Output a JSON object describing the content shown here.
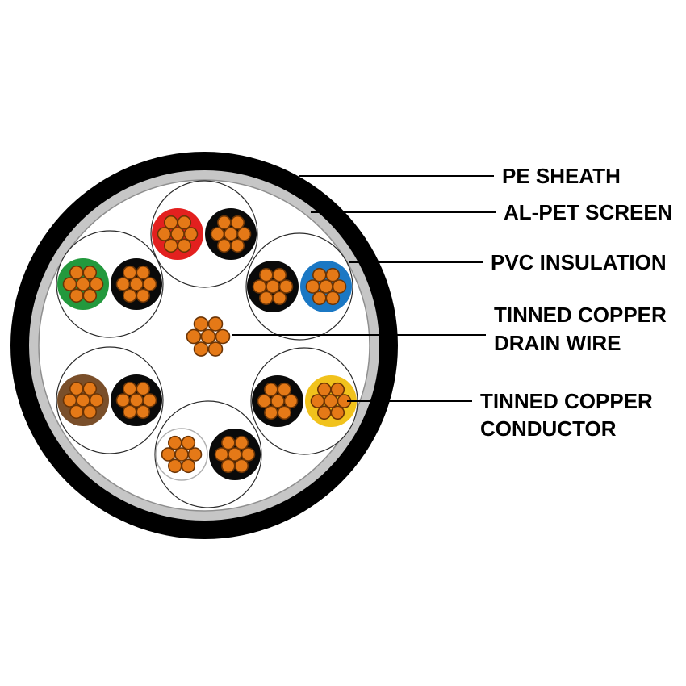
{
  "diagram": {
    "background": "#ffffff",
    "cable": {
      "sheath": {
        "label": "PE SHEATH",
        "color": "#000000"
      },
      "screen": {
        "label": "AL-PET SCREEN",
        "color": "#c6c6c6"
      },
      "interior": {
        "color": "#ffffff",
        "outline_color": "#8f8f8f"
      }
    },
    "copper": {
      "fill": "#e57917",
      "stroke": "#6b3405"
    },
    "pair_count": 6,
    "strands_per_conductor": 7,
    "pair_outline_color": "#2b2b2b",
    "leader_line_color": "#000000",
    "pairs": [
      {
        "name": "red-black-pair",
        "left": {
          "color": "red",
          "hex": "#e3201f"
        },
        "right": {
          "color": "black",
          "hex": "#0a0a0a"
        }
      },
      {
        "name": "green-black-pair",
        "left": {
          "color": "green",
          "hex": "#23993d"
        },
        "right": {
          "color": "black",
          "hex": "#0a0a0a"
        }
      },
      {
        "name": "black-blue-pair",
        "left": {
          "color": "black",
          "hex": "#0a0a0a"
        },
        "right": {
          "color": "blue",
          "hex": "#1b78c4"
        }
      },
      {
        "name": "brown-black-pair",
        "left": {
          "color": "brown",
          "hex": "#7a4f2a"
        },
        "right": {
          "color": "black",
          "hex": "#0a0a0a"
        }
      },
      {
        "name": "black-yellow-pair",
        "left": {
          "color": "black",
          "hex": "#0a0a0a"
        },
        "right": {
          "color": "yellow",
          "hex": "#f1c21c"
        }
      },
      {
        "name": "white-black-pair",
        "left": {
          "color": "white",
          "hex": "#ffffff",
          "outline": "#b0b0b0"
        },
        "right": {
          "color": "black",
          "hex": "#0a0a0a"
        }
      }
    ],
    "drain_wire": {
      "strands": 7
    },
    "callouts": [
      {
        "id": "pe-sheath",
        "lines": [
          "PE SHEATH"
        ]
      },
      {
        "id": "al-pet-screen",
        "lines": [
          "AL-PET SCREEN"
        ]
      },
      {
        "id": "pvc-insulation",
        "lines": [
          "PVC INSULATION"
        ]
      },
      {
        "id": "tinned-copper-drain-wire",
        "lines": [
          "TINNED COPPER",
          "DRAIN WIRE"
        ]
      },
      {
        "id": "tinned-copper-conductor",
        "lines": [
          "TINNED COPPER",
          "CONDUCTOR"
        ]
      }
    ]
  }
}
